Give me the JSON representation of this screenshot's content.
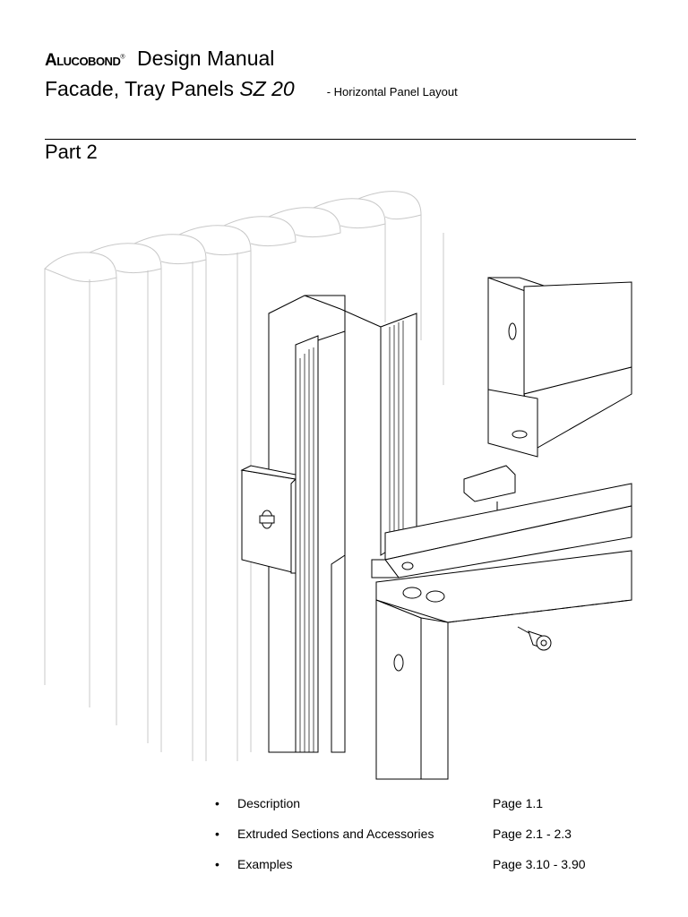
{
  "header": {
    "brand": "Alucobond",
    "brand_mark": "®",
    "manual_title": "Design Manual",
    "product_title": "Facade, Tray Panels ",
    "product_code": "SZ 20",
    "product_subtitle": "- Horizontal Panel Layout"
  },
  "section": {
    "part": "Part 2"
  },
  "drawing": {
    "icon": "isometric-facade-substructure-drawing"
  },
  "toc": [
    {
      "bullet": "•",
      "label": "Description",
      "page": "Page 1.1"
    },
    {
      "bullet": "•",
      "label": "Extruded Sections and Accessories",
      "page": "Page 2.1 - 2.3"
    },
    {
      "bullet": "•",
      "label": "Examples",
      "page": "Page 3.10 - 3.90"
    }
  ]
}
